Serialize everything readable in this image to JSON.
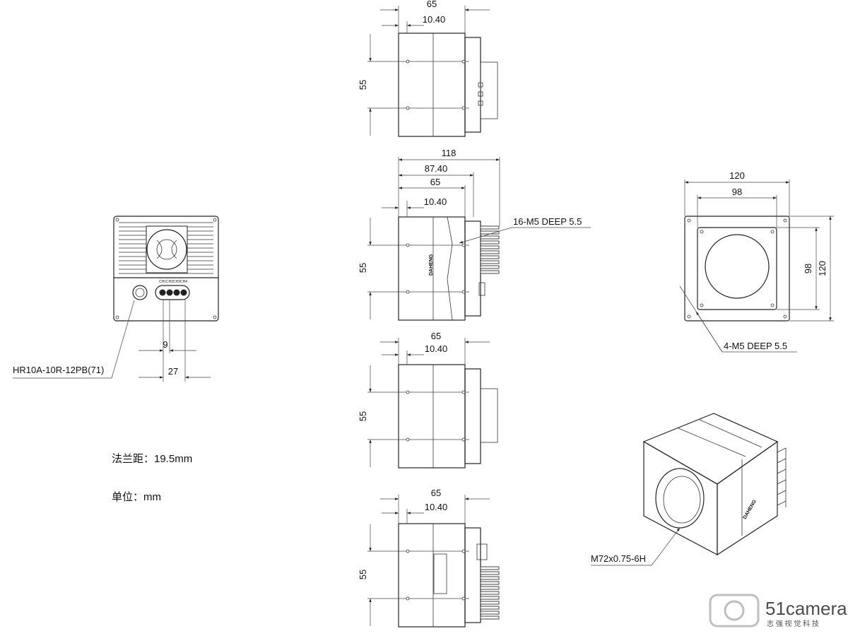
{
  "views": {
    "top": {
      "overall_width": "65",
      "offset": "10.40",
      "height": "55"
    },
    "left": {
      "total_length": "118",
      "length_2": "87.40",
      "length_3": "65",
      "offset": "10.40",
      "height": "55",
      "thread_note": "16-M5 DEEP 5.5"
    },
    "bottom": {
      "width": "65",
      "offset": "10.40",
      "height": "55"
    },
    "bottom2": {
      "width": "65",
      "offset": "10.40",
      "height": "55"
    },
    "front": {
      "outer": "120",
      "inner": "98",
      "height_inner": "98",
      "height_outer": "120",
      "thread_note": "4-M5 DEEP 5.5"
    },
    "rear": {
      "connector_note": "HR10A-10R-12PB(71)",
      "pitch": "9",
      "span": "27",
      "led_labels": [
        "CH1",
        "CH2",
        "CH3",
        "CH4"
      ]
    },
    "iso": {
      "mount_note": "M72x0.75-6H"
    }
  },
  "notes": {
    "flange_distance": "法兰距：19.5mm",
    "unit": "单位：mm"
  },
  "watermark": {
    "brand": "51camera",
    "subtitle": "志 强 视 觉 科 技"
  }
}
